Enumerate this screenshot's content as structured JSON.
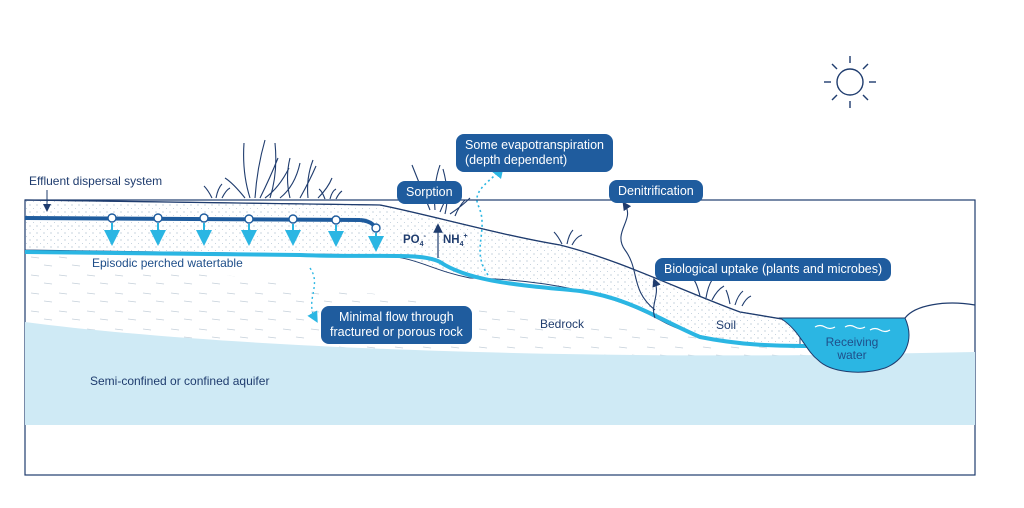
{
  "labels": {
    "effluent": "Effluent dispersal system",
    "perched": "Episodic perched watertable",
    "bedrock": "Bedrock",
    "soil": "Soil",
    "aquifer": "Semi-confined or confined aquifer",
    "receiving_line1": "Receiving",
    "receiving_line2": "water",
    "po4": "PO",
    "po4_sub": "4",
    "po4_sup": "-",
    "nh4": "NH",
    "nh4_sub": "4",
    "nh4_sup": "+"
  },
  "callouts": {
    "sorption": "Sorption",
    "evapo_line1": "Some evapotranspiration",
    "evapo_line2": "(depth dependent)",
    "denitrification": "Denitrification",
    "biological": "Biological uptake (plants and microbes)",
    "minimal_line1": "Minimal flow through",
    "minimal_line2": "fractured or porous rock"
  },
  "colors": {
    "dark_blue": "#1f5c9e",
    "water_blue": "#2bb6e3",
    "aquifer_blue": "#cfeaf5",
    "outline": "#1f3c6e",
    "bedrock_fill": "#f7f8f9",
    "soil_fill": "#eef4f8"
  },
  "icons": [
    "sun-icon",
    "plant-icon",
    "arrow-down-icon",
    "dotted-arrow-up-icon",
    "arrow-up-icon"
  ]
}
